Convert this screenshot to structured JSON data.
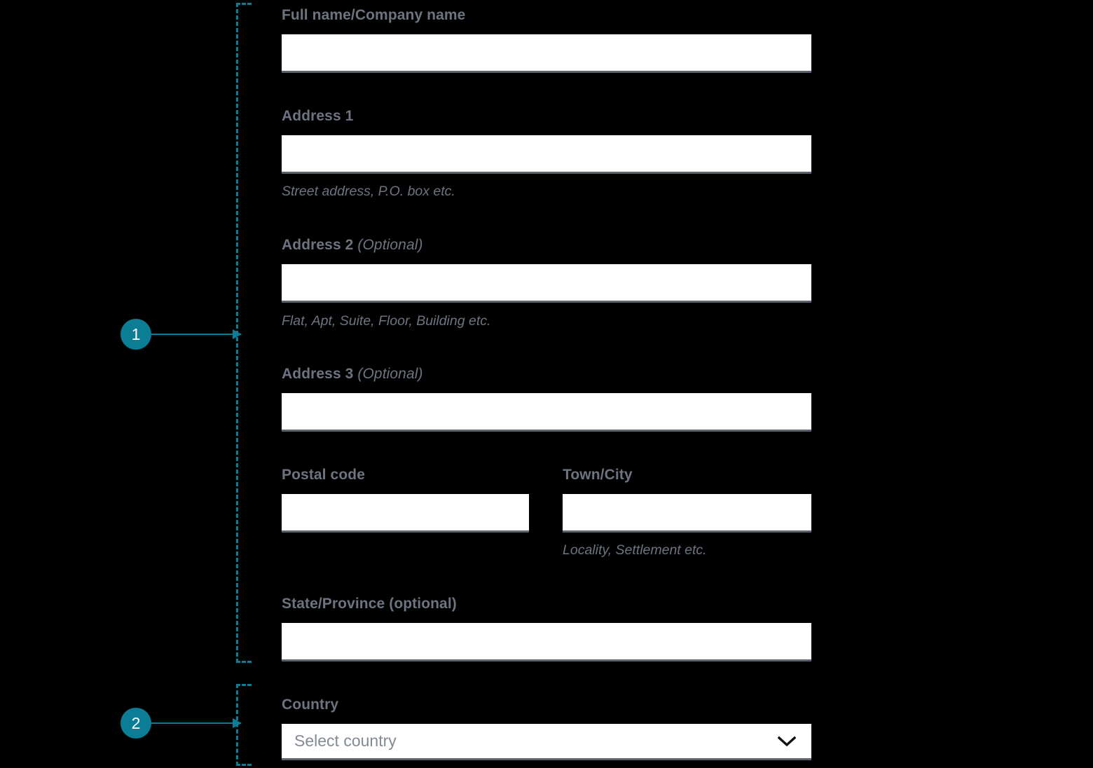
{
  "theme": {
    "background": "#000000",
    "accent_teal": "#0b7e96",
    "label_gray": "#6d7480",
    "input_background": "#ffffff",
    "input_underline": "#5d636f",
    "placeholder_gray": "#848a93"
  },
  "annotations": [
    {
      "number": "1",
      "target": "address-block"
    },
    {
      "number": "2",
      "target": "country-block"
    }
  ],
  "form": {
    "fields": {
      "full_name": {
        "label": "Full name/Company name",
        "value": "",
        "hint": ""
      },
      "address_1": {
        "label": "Address 1",
        "value": "",
        "hint": "Street address, P.O. box etc."
      },
      "address_2": {
        "label": "Address 2",
        "optional": "(Optional)",
        "value": "",
        "hint": "Flat, Apt, Suite, Floor, Building etc."
      },
      "address_3": {
        "label": "Address 3",
        "optional": "(Optional)",
        "value": "",
        "hint": ""
      },
      "postal_code": {
        "label": "Postal code",
        "value": "",
        "hint": ""
      },
      "town_city": {
        "label": "Town/City",
        "value": "",
        "hint": "Locality, Settlement etc."
      },
      "state_province": {
        "label": "State/Province (optional)",
        "value": "",
        "hint": ""
      },
      "country": {
        "label": "Country",
        "placeholder": "Select country",
        "value": "",
        "icon": "chevron-down-icon"
      }
    }
  }
}
